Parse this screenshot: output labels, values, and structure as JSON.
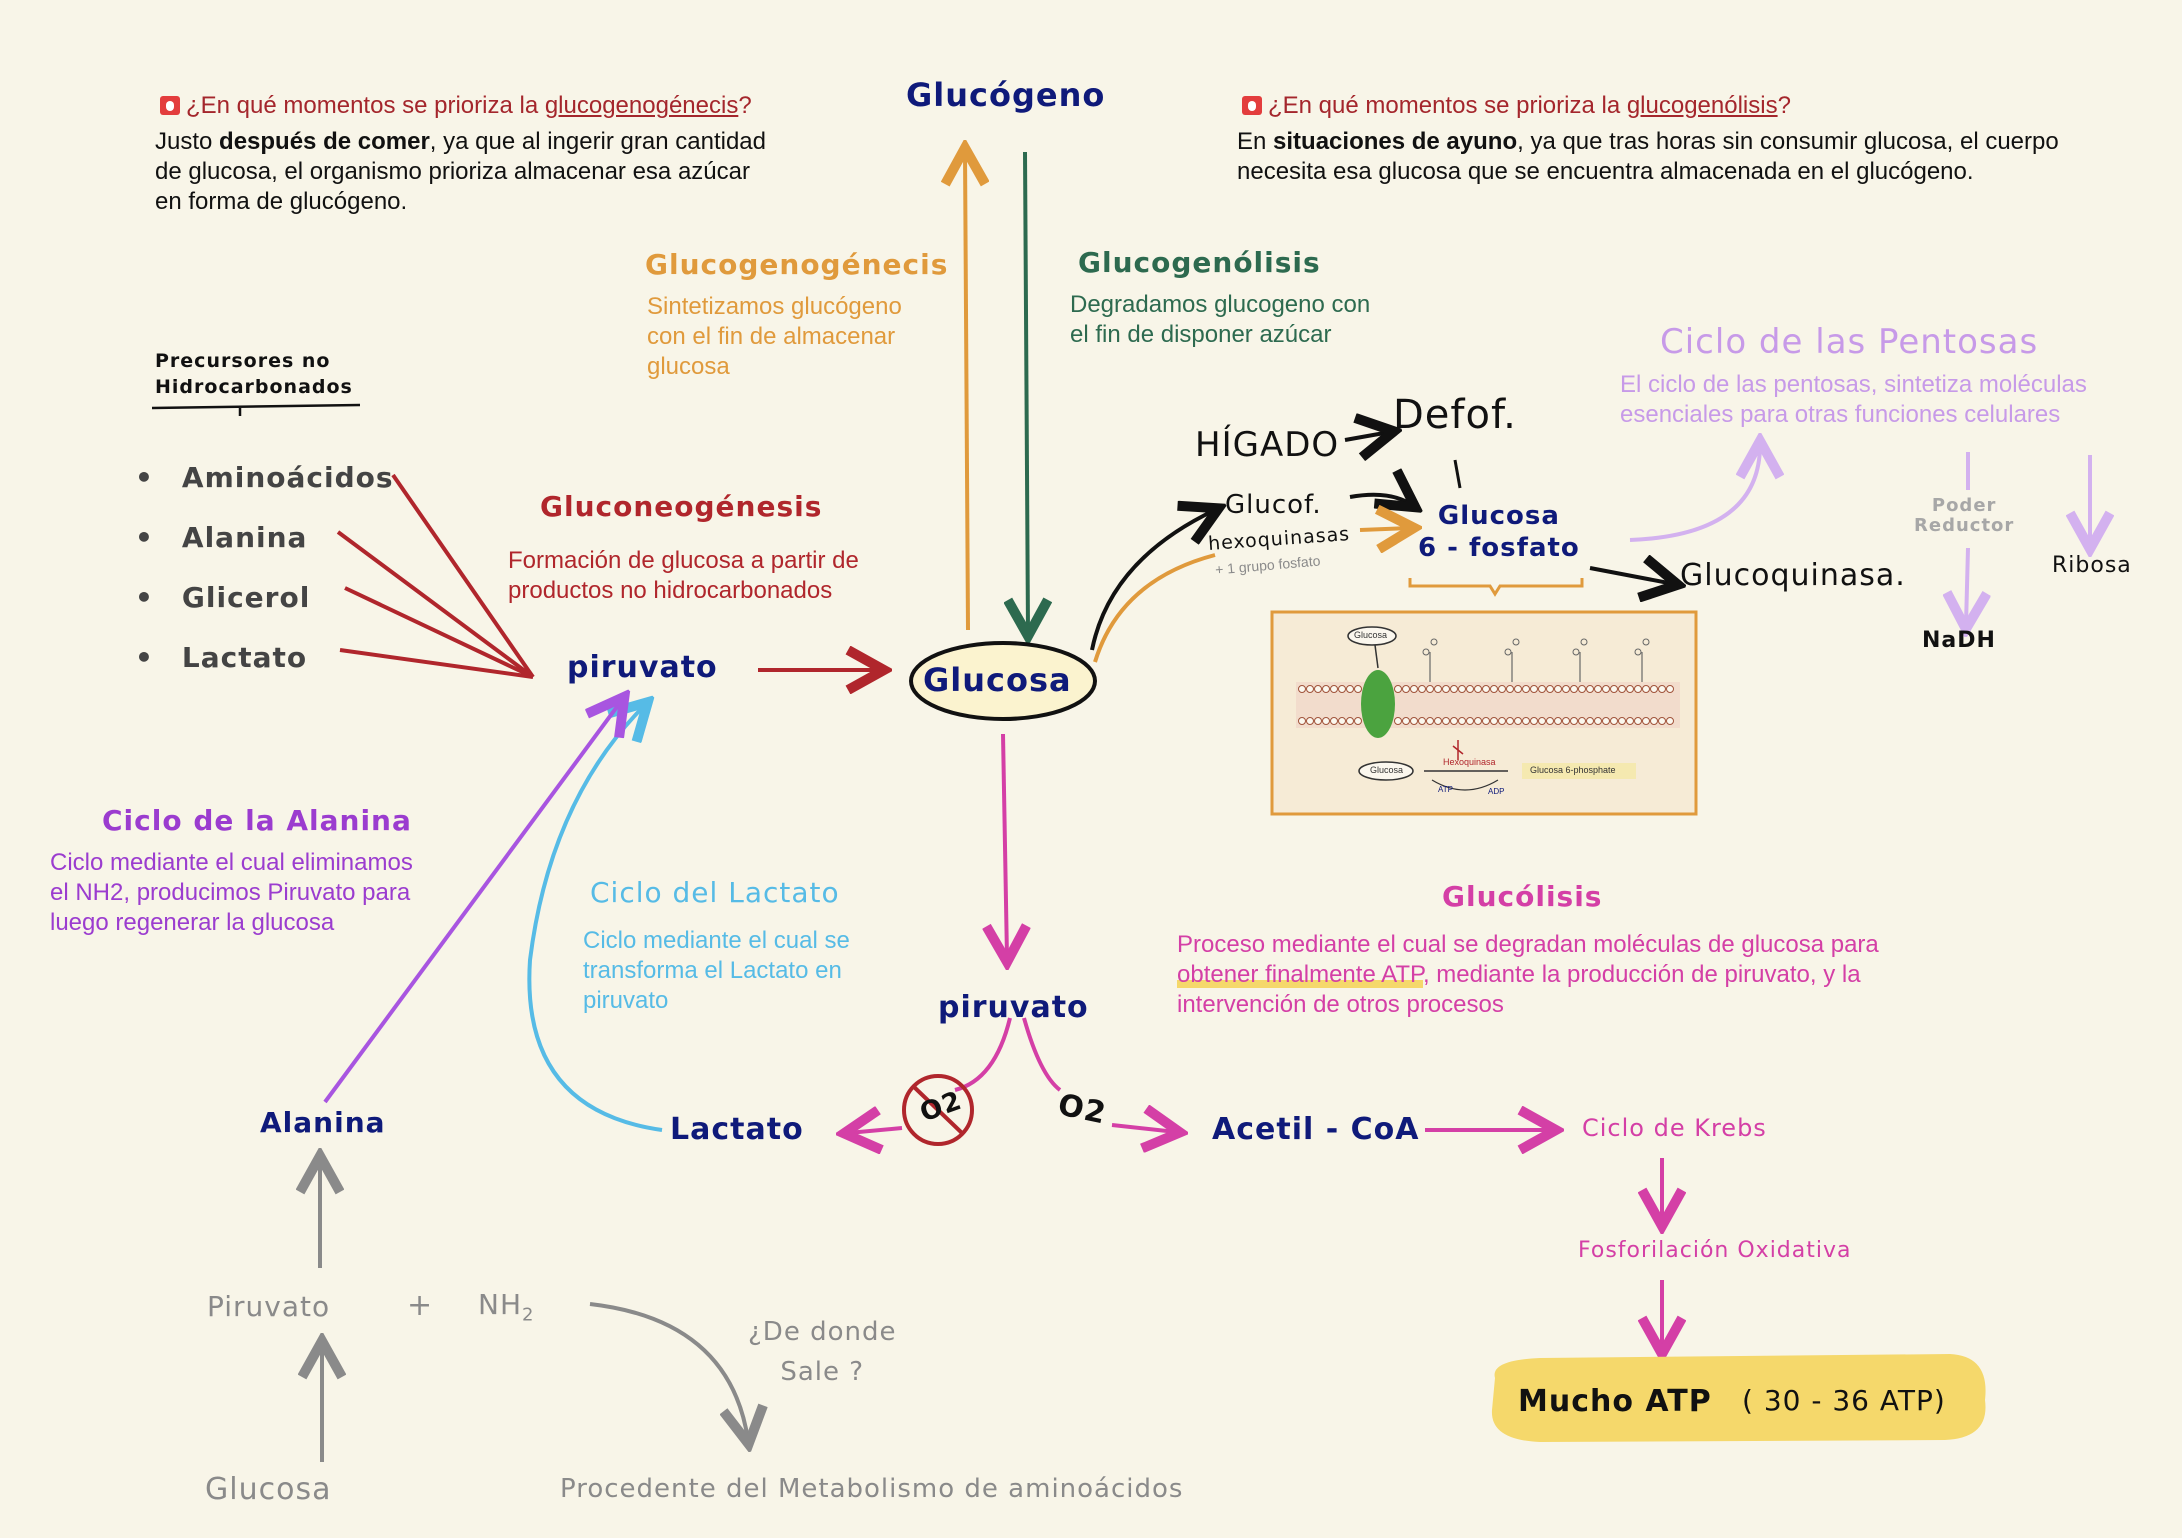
{
  "top": {
    "glucogeno": "Glucógeno",
    "glucosa": "Glucosa"
  },
  "left_question": {
    "q_prefix": "¿En qué momentos se prioriza la ",
    "q_link": "glucogenogénecis",
    "q_suffix": "?",
    "a_1": "Justo ",
    "a_bold": "después de comer",
    "a_2": ", ya que al ingerir gran cantidad",
    "a_3": "de glucosa, el organismo prioriza almacenar esa azúcar",
    "a_4": "en forma de glucógeno."
  },
  "right_question": {
    "q_prefix": "¿En qué momentos se prioriza la ",
    "q_link": "glucogenólisis",
    "q_suffix": "?",
    "a_1": "En ",
    "a_bold": "situaciones de ayuno",
    "a_2": ", ya que tras horas sin consumir glucosa, el cuerpo",
    "a_3": "necesita esa glucosa que se encuentra almacenada en el glucógeno."
  },
  "glucogenogenesis": {
    "title": "Glucogenogénecis",
    "l1": "Sintetizamos glucógeno",
    "l2": "con el fin de almacenar",
    "l3": "glucosa"
  },
  "glucogenolisis": {
    "title": "Glucogenólisis",
    "l1": "Degradamos glucogeno con",
    "l2": "el fin de disponer azúcar"
  },
  "precursores": {
    "title_1": "Precursores no",
    "title_2": "Hidrocarbonados",
    "items": [
      "Aminoácidos",
      "Alanina",
      "Glicerol",
      "Lactato"
    ]
  },
  "gluconeogenesis": {
    "title": "Gluconeogénesis",
    "l1": "Formación de glucosa a partir de",
    "l2": "productos no hidrocarbonados"
  },
  "piruvato_top": "piruvato",
  "piruvato_mid": "piruvato",
  "pentosas": {
    "title": "Ciclo de las Pentosas",
    "l1": "El ciclo de las pentosas, sintetiza moléculas",
    "l2": "esenciales para otras funciones celulares",
    "poder_1": "Poder",
    "poder_2": "Reductor",
    "nadh": "NaDH",
    "ribosa": "Ribosa"
  },
  "higado": {
    "higado": "HÍGADO",
    "defof": "Defof.",
    "glucof": "Glucof.",
    "hexoquinasa": "hexoquinasas",
    "grupo": "+ 1 grupo fosfato",
    "g6p_1": "Glucosa",
    "g6p_2": "6 - fosfato",
    "glucoquinasa": "Glucoquinasa."
  },
  "membrane": {
    "glucosa_out": "Glucosa",
    "glucosa_in": "Glucosa",
    "hexoquinasa": "Hexoquinasa",
    "atp": "ATP",
    "adp": "ADP",
    "g6p": "Glucosa 6-phosphate"
  },
  "alanina_cycle": {
    "title": "Ciclo de la Alanina",
    "l1": "Ciclo mediante el cual eliminamos",
    "l2": "el NH2, producimos Piruvato para",
    "l3": "luego regenerar la glucosa"
  },
  "lactato_cycle": {
    "title": "Ciclo del Lactato",
    "l1": "Ciclo mediante el cual se",
    "l2": "transforma el Lactato en",
    "l3": "piruvato"
  },
  "glucolisis": {
    "title": "Glucólisis",
    "l1_a": "Proceso mediante el cual se degradan moléculas de glucosa para",
    "l2_hl": "obtener finalmente ATP",
    "l2_b": ", mediante la producción de piruvato, y la",
    "l3": "intervención de otros procesos"
  },
  "bottom": {
    "alanina": "Alanina",
    "lactato": "Lactato",
    "o2_no": "O2",
    "o2": "O2",
    "acetil": "Acetil - CoA",
    "krebs": "Ciclo de Krebs",
    "fosfo": "Fosforilación Oxidativa",
    "mucho_atp": "Mucho ATP",
    "atp_range": "( 30 - 36 ATP)",
    "piruvato": "Piruvato",
    "plus": "+",
    "nh2": "NH",
    "nh2_sub": "2",
    "de_donde_1": "¿De donde",
    "de_donde_2": "Sale ?",
    "glucosa": "Glucosa",
    "procedente": "Procedente del Metabolismo de aminoácidos"
  },
  "colors": {
    "background": "#f8f5e8",
    "navy": "#0f1a7a",
    "red": "#b0262c",
    "orange": "#e09a3c",
    "green": "#2d6a4f",
    "magenta": "#d43fa6",
    "purple": "#9b3ccf",
    "sky": "#56bbe6",
    "lilac": "#c79ae8",
    "highlight": "#f5d86b",
    "glucose_fill": "#fbf3cf"
  },
  "icons": [
    "alarm-icon",
    "no-oxygen-icon",
    "membrane-diagram"
  ]
}
